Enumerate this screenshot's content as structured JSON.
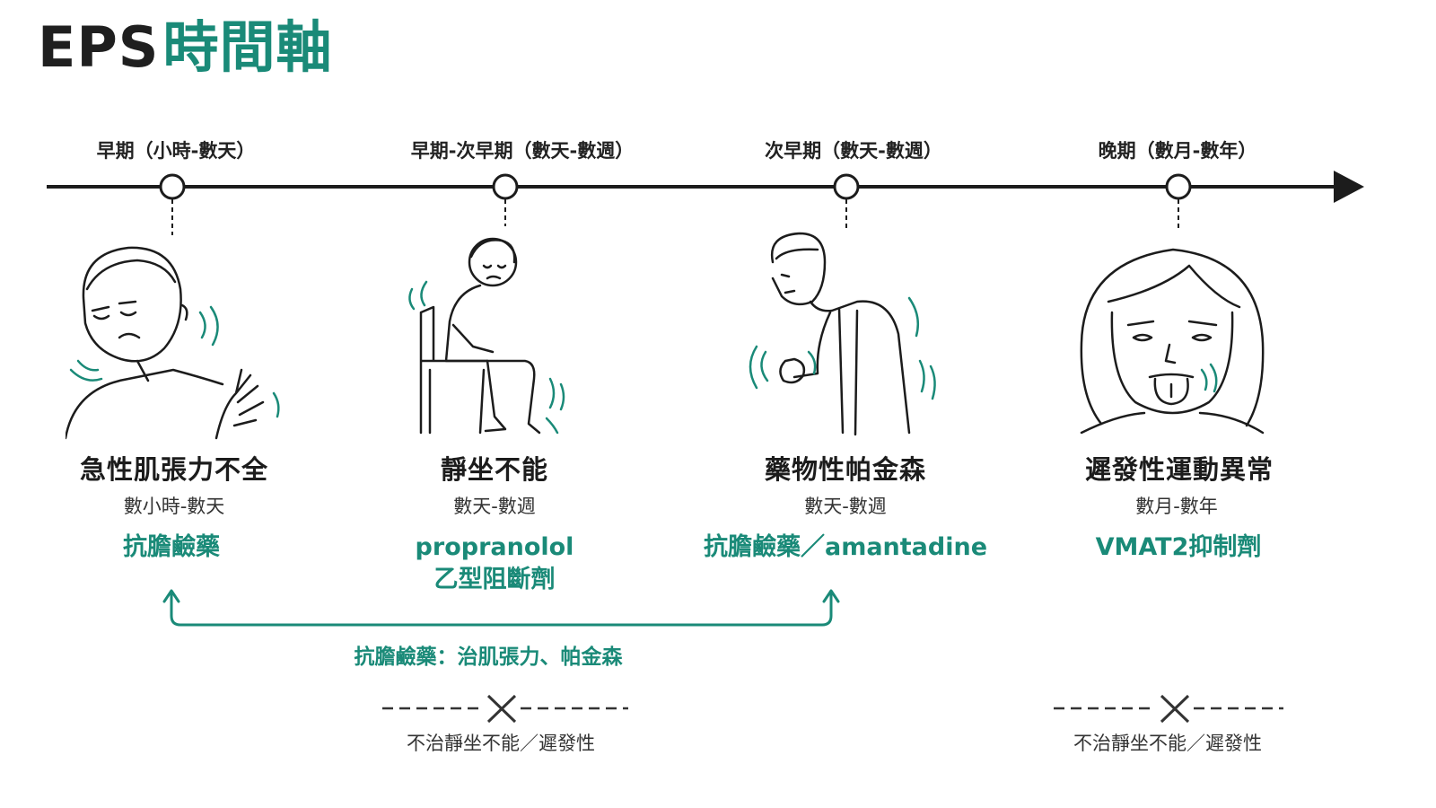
{
  "title": {
    "prefix": "EPS",
    "main": "時間軸"
  },
  "colors": {
    "accent": "#1a8a78",
    "line": "#1c1c1c"
  },
  "phases": [
    {
      "label": "早期（小時-數天）"
    },
    {
      "label": "早期-次早期（數天-數週）"
    },
    {
      "label": "次早期（數天-數週）"
    },
    {
      "label": "晚期（數月-數年）"
    }
  ],
  "stages": [
    {
      "name": "急性肌張力不全",
      "duration": "數小時-數天",
      "treatment": [
        "抗膽鹼藥"
      ],
      "icon": "neck-spasm-person-icon"
    },
    {
      "name": "靜坐不能",
      "duration": "數天-數週",
      "treatment": [
        "propranolol",
        "乙型阻斷劑"
      ],
      "icon": "restless-seated-person-icon"
    },
    {
      "name": "藥物性帕金森",
      "duration": "數天-數週",
      "treatment": [
        "抗膽鹼藥／amantadine"
      ],
      "icon": "stooped-tremor-person-icon"
    },
    {
      "name": "遲發性運動異常",
      "duration": "數月-數年",
      "treatment": [
        "VMAT2抑制劑"
      ],
      "icon": "tongue-protrusion-person-icon"
    }
  ],
  "bracket": {
    "label": "抗膽鹼藥：治肌張力、帕金森"
  },
  "notes": [
    {
      "label": "不治靜坐不能／遲發性",
      "icon": "cross-icon"
    },
    {
      "label": "不治靜坐不能／遲發性",
      "icon": "cross-icon"
    }
  ]
}
